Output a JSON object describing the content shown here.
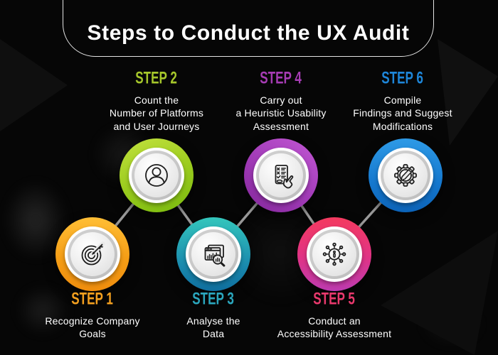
{
  "title": {
    "text": "Steps to Conduct the UX Audit"
  },
  "background_color": "#060606",
  "connector_color": "#9a9a9a",
  "steps": [
    {
      "label": "STEP 1",
      "description": "Recognize Company\nGoals",
      "accent": "#F4A01F",
      "ring_gradient": [
        "#FFBE35",
        "#EF8D0E"
      ],
      "icon": "target-dart-icon",
      "row": "bottom"
    },
    {
      "label": "STEP 2",
      "description": "Count the\nNumber of Platforms\nand User Journeys",
      "accent": "#A6C72B",
      "ring_gradient": [
        "#C3E23E",
        "#79BA0E"
      ],
      "icon": "user-profile-icon",
      "row": "top"
    },
    {
      "label": "STEP 3",
      "description": "Analyse the\nData",
      "accent": "#2BA7BE",
      "ring_gradient": [
        "#34C6BC",
        "#0F6E9E"
      ],
      "icon": "data-analysis-magnifier-icon",
      "row": "bottom"
    },
    {
      "label": "STEP 4",
      "description": "Carry out\na Heuristic Usability\nAssessment",
      "accent": "#A63CB4",
      "ring_gradient": [
        "#C257D4",
        "#83279B"
      ],
      "icon": "checklist-hand-icon",
      "row": "top"
    },
    {
      "label": "STEP 5",
      "description": "Conduct an\nAccessibility Assessment",
      "accent": "#E9396D",
      "ring_gradient": [
        "#F43A5F",
        "#BC3BB0"
      ],
      "icon": "accessibility-info-icon",
      "row": "bottom"
    },
    {
      "label": "STEP 6",
      "description": "Compile\nFindings and Suggest\nModifications",
      "accent": "#1E86D9",
      "ring_gradient": [
        "#2E9AE6",
        "#0C63B8"
      ],
      "icon": "gear-pencil-icon",
      "row": "top"
    }
  ]
}
